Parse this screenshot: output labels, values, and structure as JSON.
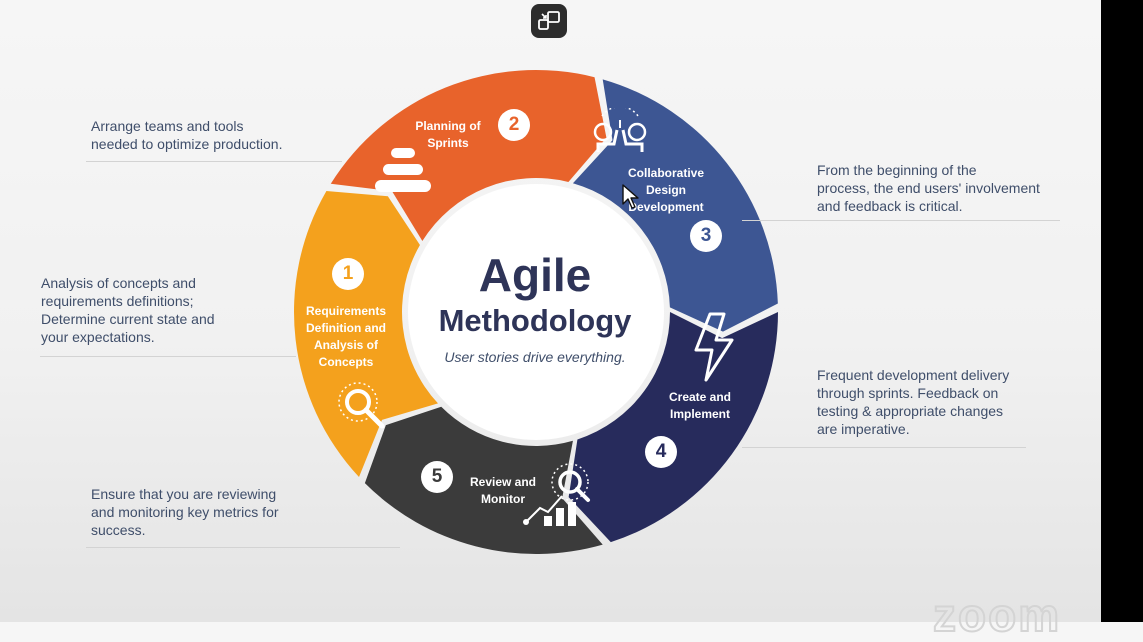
{
  "diagram": {
    "title": "Agile",
    "subtitle": "Methodology",
    "tagline": "User stories drive everything."
  },
  "steps": [
    {
      "number": "1",
      "label": "Requirements\nDefinition and\nAnalysis of\nConcepts",
      "color": "#f4a11d",
      "icon": "magnifier-icon"
    },
    {
      "number": "2",
      "label": "Planning of\nSprints",
      "color": "#e8632b",
      "icon": "stacked-layers-icon"
    },
    {
      "number": "3",
      "label": "Collaborative\nDesign\nDevelopment",
      "color": "#3d5693",
      "icon": "collaboration-icon"
    },
    {
      "number": "4",
      "label": "Create and\nImplement",
      "color": "#272b5c",
      "icon": "lightning-icon"
    },
    {
      "number": "5",
      "label": "Review and\nMonitor",
      "color": "#3b3b3b",
      "icon": "growth-chart-icon"
    }
  ],
  "notes": {
    "planning": "Arrange teams and tools\nneeded to optimize production.",
    "collaborative": "From the beginning of the\nprocess, the end users' involvement\nand feedback is critical.",
    "requirements": "Analysis of concepts and\nrequirements definitions;\nDetermine current state and\nyour expectations.",
    "create": "Frequent development delivery\nthrough sprints. Feedback on\ntesting & appropriate changes\nare imperative.",
    "review": "Ensure that you are reviewing\nand monitoring key metrics for\nsuccess."
  },
  "watermark": "zoom",
  "colors": {
    "text": "#3f4e6a",
    "title": "#2e3458"
  }
}
